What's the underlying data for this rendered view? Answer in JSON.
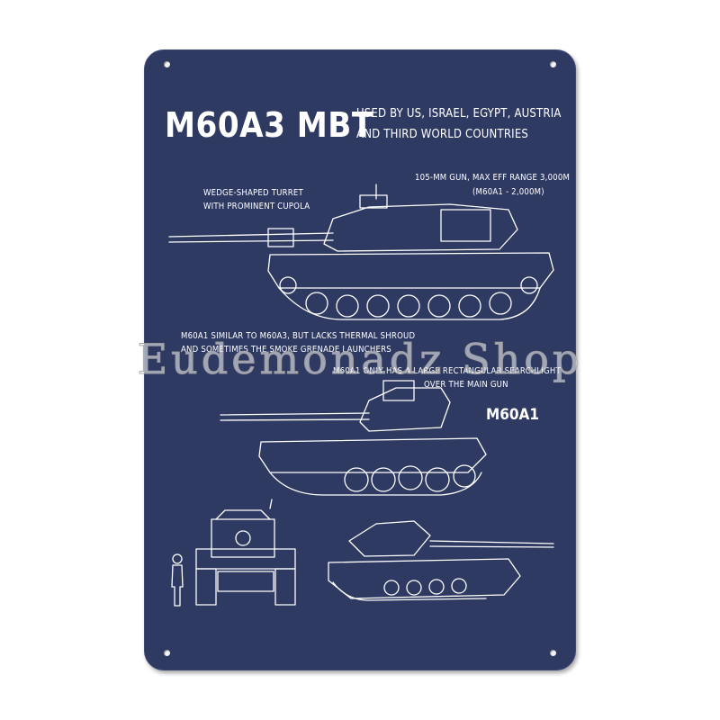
{
  "sign": {
    "title": "M60A3 MBT",
    "subtitle_line1": "USED BY US, ISRAEL, EGYPT, AUSTRIA",
    "subtitle_line2": "AND THIRD WORLD COUNTRIES",
    "annotations": {
      "gun_line1": "105-MM GUN, MAX EFF RANGE 3,000M",
      "gun_line2": "(M60A1 - 2,000M)",
      "turret_line1": "WEDGE-SHAPED TURRET",
      "turret_line2": "WITH PROMINENT CUPOLA",
      "m60a1_line1": "M60A1 SIMILAR TO M60A3, BUT LACKS THERMAL SHROUD",
      "m60a1_line2": "AND SOMETIMES THE SMOKE GRENADE LAUNCHERS",
      "searchlight_line1": "M60A1 ONLY HAS A LARGE RECTANGULAR SEARCHLIGHT",
      "searchlight_line2": "OVER THE MAIN GUN"
    },
    "model_label": "M60A1",
    "background_color": "#2f3a63",
    "line_color": "#ffffff"
  },
  "watermark": "Eudemonadz Shop"
}
